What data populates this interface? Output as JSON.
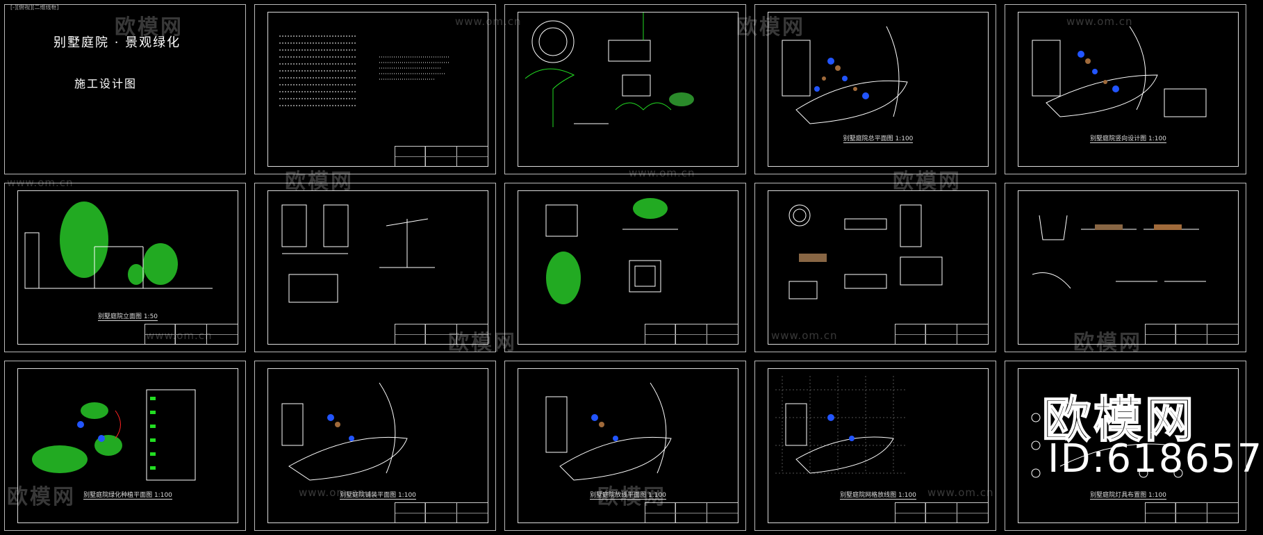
{
  "window_tab": "[-][俯视][二维线框]",
  "cover": {
    "title": "别墅庭院 · 景观绿化",
    "subtitle": "施工设计图"
  },
  "watermark": {
    "url": "www.om.cn",
    "logo": "欧模网",
    "id": "ID:618657"
  },
  "colors": {
    "background": "#000000",
    "line": "#ffffff",
    "plant_green": "#22dd22",
    "water_blue": "#2255ff",
    "stone_brown": "#a06a3a",
    "accent_red": "#ff2222"
  },
  "sheets": [
    {
      "id": "cover",
      "caption": ""
    },
    {
      "id": "index",
      "caption": ""
    },
    {
      "id": "details-1",
      "caption": ""
    },
    {
      "id": "plan-1",
      "caption": "别墅庭院总平面图  1:100"
    },
    {
      "id": "plan-2",
      "caption": "别墅庭院竖向设计图  1:100"
    },
    {
      "id": "elevation",
      "caption": "别墅庭院立面图  1:50"
    },
    {
      "id": "details-2",
      "caption": ""
    },
    {
      "id": "details-3",
      "caption": ""
    },
    {
      "id": "details-4",
      "caption": ""
    },
    {
      "id": "details-5",
      "caption": ""
    },
    {
      "id": "planting",
      "caption": "别墅庭院绿化种植平面图  1:100"
    },
    {
      "id": "plan-3",
      "caption": "别墅庭院铺装平面图  1:100"
    },
    {
      "id": "plan-4",
      "caption": "别墅庭院放线平面图  1:100"
    },
    {
      "id": "plan-5",
      "caption": "别墅庭院网格放线图  1:100"
    },
    {
      "id": "plan-6",
      "caption": "别墅庭院灯具布置图  1:100"
    }
  ]
}
